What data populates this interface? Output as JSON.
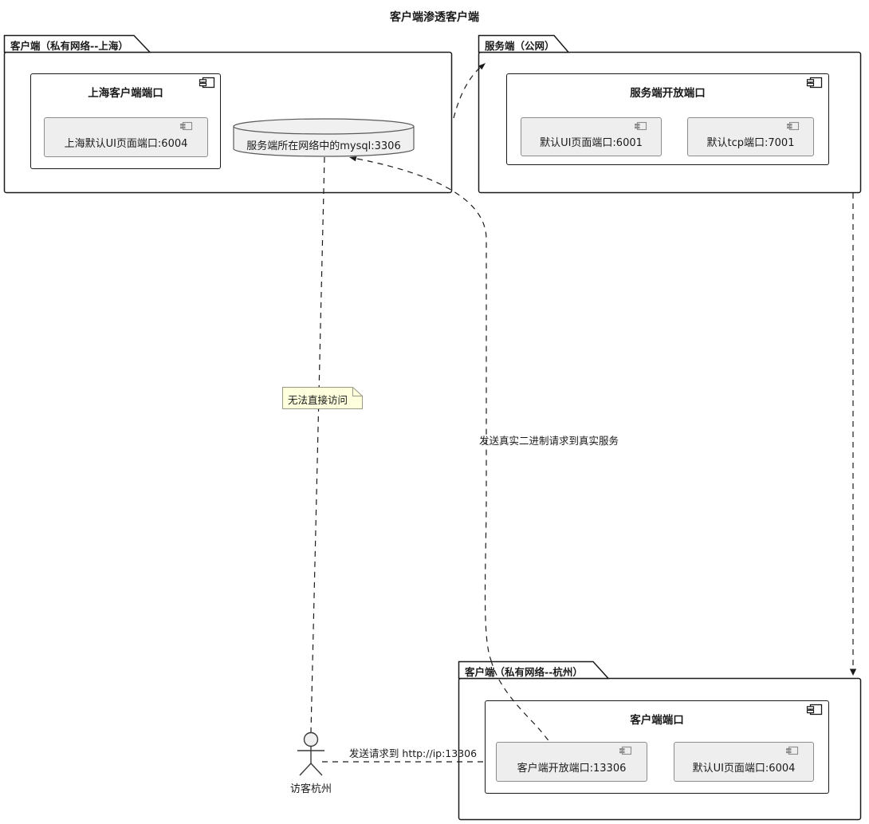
{
  "title": "客户端渗透客户端",
  "packages": {
    "shanghai": {
      "label": "客户端（私有网络--上海）",
      "component": {
        "title": "上海客户端端口",
        "ports": [
          {
            "label": "上海默认UI页面端口:6004"
          }
        ]
      }
    },
    "server": {
      "label": "服务端（公网）",
      "component": {
        "title": "服务端开放端口",
        "ports": [
          {
            "label": "默认UI页面端口:6001"
          },
          {
            "label": "默认tcp端口:7001"
          }
        ]
      }
    },
    "hangzhou": {
      "label": "客户端（私有网络--杭州）",
      "component": {
        "title": "客户端端口",
        "ports": [
          {
            "label": "客户端开放端口:13306"
          },
          {
            "label": "默认UI页面端口:6004"
          }
        ]
      }
    }
  },
  "database": {
    "label": "服务端所在网络中的mysql:3306"
  },
  "actor": {
    "label": "访客杭州"
  },
  "note": {
    "text": "无法直接访问"
  },
  "edges": {
    "visitor_request_label": "发送请求到 http://ip:13306",
    "binary_request_label": "发送真实二进制请求到真实服务"
  },
  "colors": {
    "note_bg": "#FEFFDD",
    "port_box_bg": "#EEEEEE",
    "line": "#1A1A1A",
    "gray_border": "#8C8C8C"
  }
}
